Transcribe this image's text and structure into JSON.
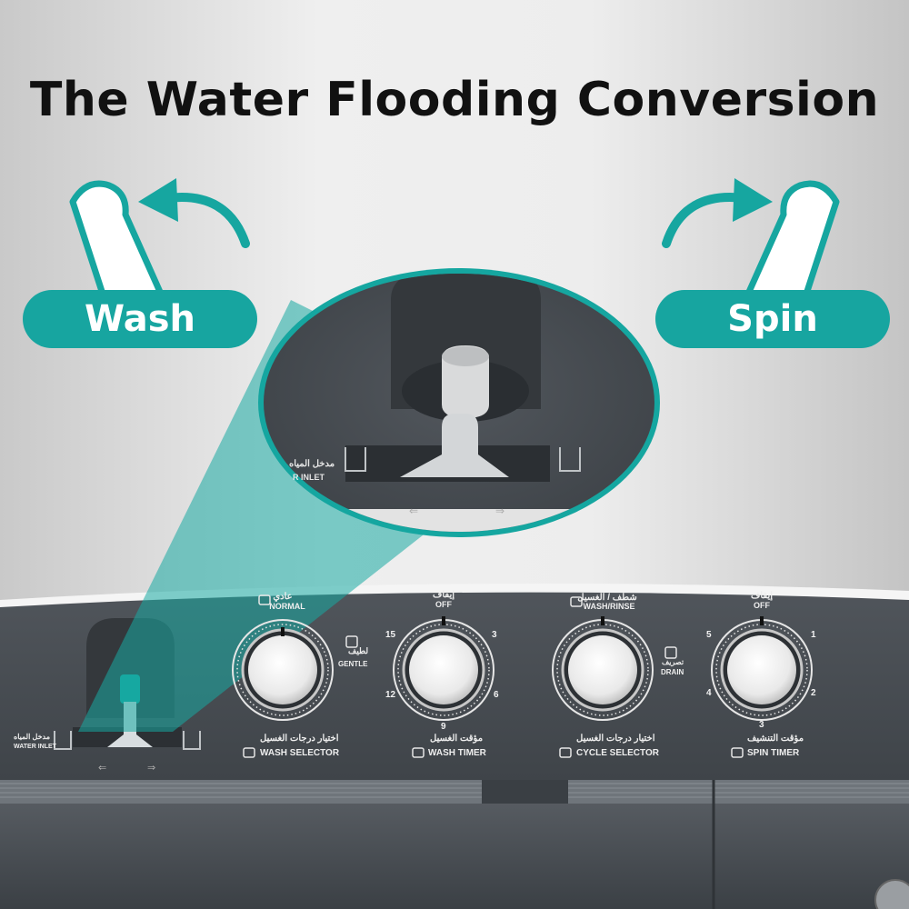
{
  "title": "The Water Flooding Conversion",
  "modes": {
    "wash": "Wash",
    "spin": "Spin"
  },
  "inlet": {
    "arabic": "مدخل المياه",
    "label": "WATER INLET",
    "zoom_label": "R INLET"
  },
  "dials": {
    "wash_selector": {
      "top_arabic": "عادي",
      "top": "NORMAL",
      "side_arabic": "لطيف",
      "side": "GENTLE",
      "bottom_arabic": "اختيار درجات الغسيل",
      "bottom": "WASH  SELECTOR"
    },
    "wash_timer": {
      "top_arabic": "إيقاف",
      "top": "OFF",
      "marks": [
        "15",
        "3",
        "12",
        "6",
        "9"
      ],
      "bottom_arabic": "مؤقت الغسيل",
      "bottom": "WASH  TIMER"
    },
    "cycle_selector": {
      "top_arabic": "شطف / الغسيل",
      "top": "WASH/RINSE",
      "side_arabic": "تصريف",
      "side": "DRAIN",
      "bottom_arabic": "اختيار درجات الغسيل",
      "bottom": "CYCLE  SELECTOR"
    },
    "spin_timer": {
      "top_arabic": "إيقاف",
      "top": "OFF",
      "marks": [
        "5",
        "1",
        "4",
        "2",
        "3"
      ],
      "bottom_arabic": "مؤقت التنشيف",
      "bottom": "SPIN TIMER"
    }
  },
  "colors": {
    "accent": "#17a5a0",
    "panel": "#4a4f55",
    "background": "#d9d9d9"
  }
}
